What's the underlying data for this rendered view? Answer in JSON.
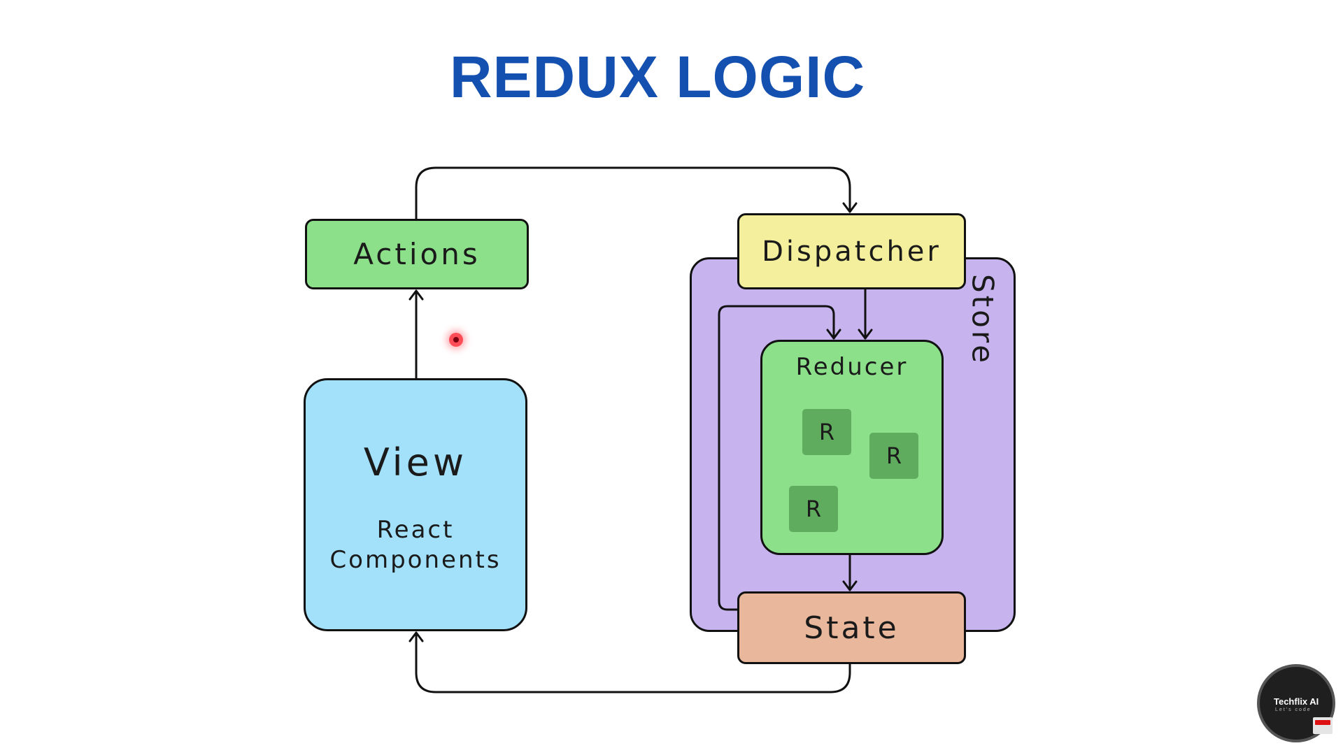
{
  "title": "REDUX LOGIC",
  "nodes": {
    "actions": "Actions",
    "view_title": "View",
    "view_subtitle_line1": "React",
    "view_subtitle_line2": "Components",
    "dispatcher": "Dispatcher",
    "store": "Store",
    "reducer": "Reducer",
    "reducer_items": [
      "R",
      "R",
      "R"
    ],
    "state": "State"
  },
  "colors": {
    "title": "#1450b0",
    "actions": "#8ce08a",
    "view": "#a3e1fb",
    "dispatcher": "#f3ef9c",
    "store": "#c7b4ee",
    "reducer": "#8ce08a",
    "reducer_item": "#5fac5f",
    "state": "#e8b79c"
  },
  "watermark": {
    "channel": "Techflix AI",
    "tagline": "Let's code"
  }
}
